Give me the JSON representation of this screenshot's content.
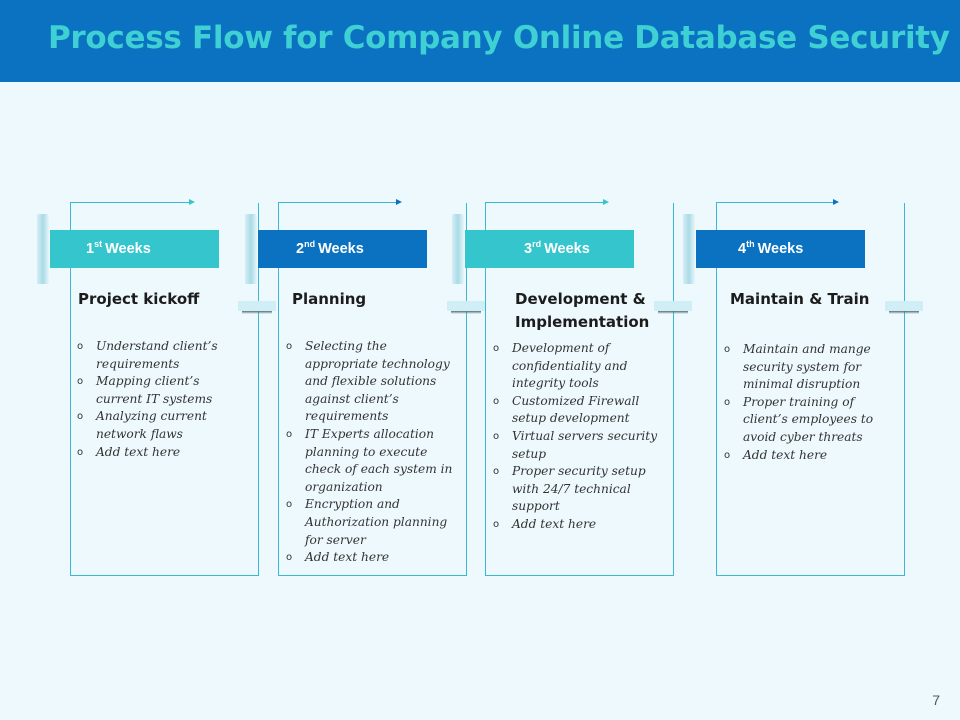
{
  "title": "Process Flow for Company Online Database Security",
  "page_number": "7",
  "colors": {
    "header_bg": "#0a72c0",
    "title": "#3fd0d4",
    "teal": "#34c6cc",
    "blue": "#0a72c0",
    "line": "#3bb8d6"
  },
  "steps": [
    {
      "ordinal": "1",
      "suffix": "st",
      "weeks": "Weeks",
      "phase": "Project kickoff",
      "bullets": [
        "Understand client’s requirements",
        "Mapping client’s current IT systems",
        "Analyzing current network flaws",
        "Add text here"
      ]
    },
    {
      "ordinal": "2",
      "suffix": "nd",
      "weeks": "Weeks",
      "phase": "Planning",
      "bullets": [
        "Selecting the appropriate technology and flexible solutions against client’s requirements",
        "IT Experts allocation planning to execute check of each system in organization",
        "Encryption and Authorization planning for server",
        "Add text here"
      ]
    },
    {
      "ordinal": "3",
      "suffix": "rd",
      "weeks": "Weeks",
      "phase": "Development & Implementation",
      "bullets": [
        "Development of confidentiality and integrity tools",
        "Customized Firewall setup development",
        "Virtual servers security setup",
        "Proper security setup with 24/7 technical support",
        "Add text here"
      ]
    },
    {
      "ordinal": "4",
      "suffix": "th",
      "weeks": "Weeks",
      "phase": "Maintain & Train",
      "bullets": [
        "Maintain and mange security system for minimal disruption",
        "Proper training of client’s employees to avoid cyber threats",
        "Add text here"
      ]
    }
  ]
}
